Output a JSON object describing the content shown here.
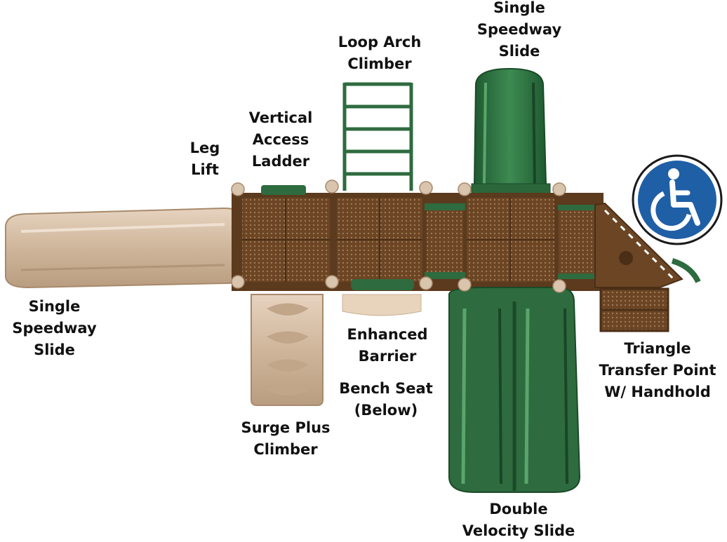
{
  "labels": {
    "speedway_top": "Single\nSpeedway\nSlide",
    "loop_arch": "Loop Arch\nClimber",
    "vertical_ladder": "Vertical\nAccess\nLadder",
    "leg_lift": "Leg\nLift",
    "speedway_left": "Single\nSpeedway\nSlide",
    "enhanced_barrier": "Enhanced\nBarrier",
    "bench_seat": "Bench Seat\n(Below)",
    "surge_plus": "Surge Plus\nClimber",
    "triangle_transfer": "Triangle\nTransfer Point\nW/ Handhold",
    "double_velocity": "Double\nVelocity Slide"
  },
  "icons": {
    "accessibility": "wheelchair-icon"
  },
  "colors": {
    "tan": "#d7bfa6",
    "green": "#2e6b3f",
    "brown": "#5b3a1e",
    "blue": "#1f5fa6"
  }
}
